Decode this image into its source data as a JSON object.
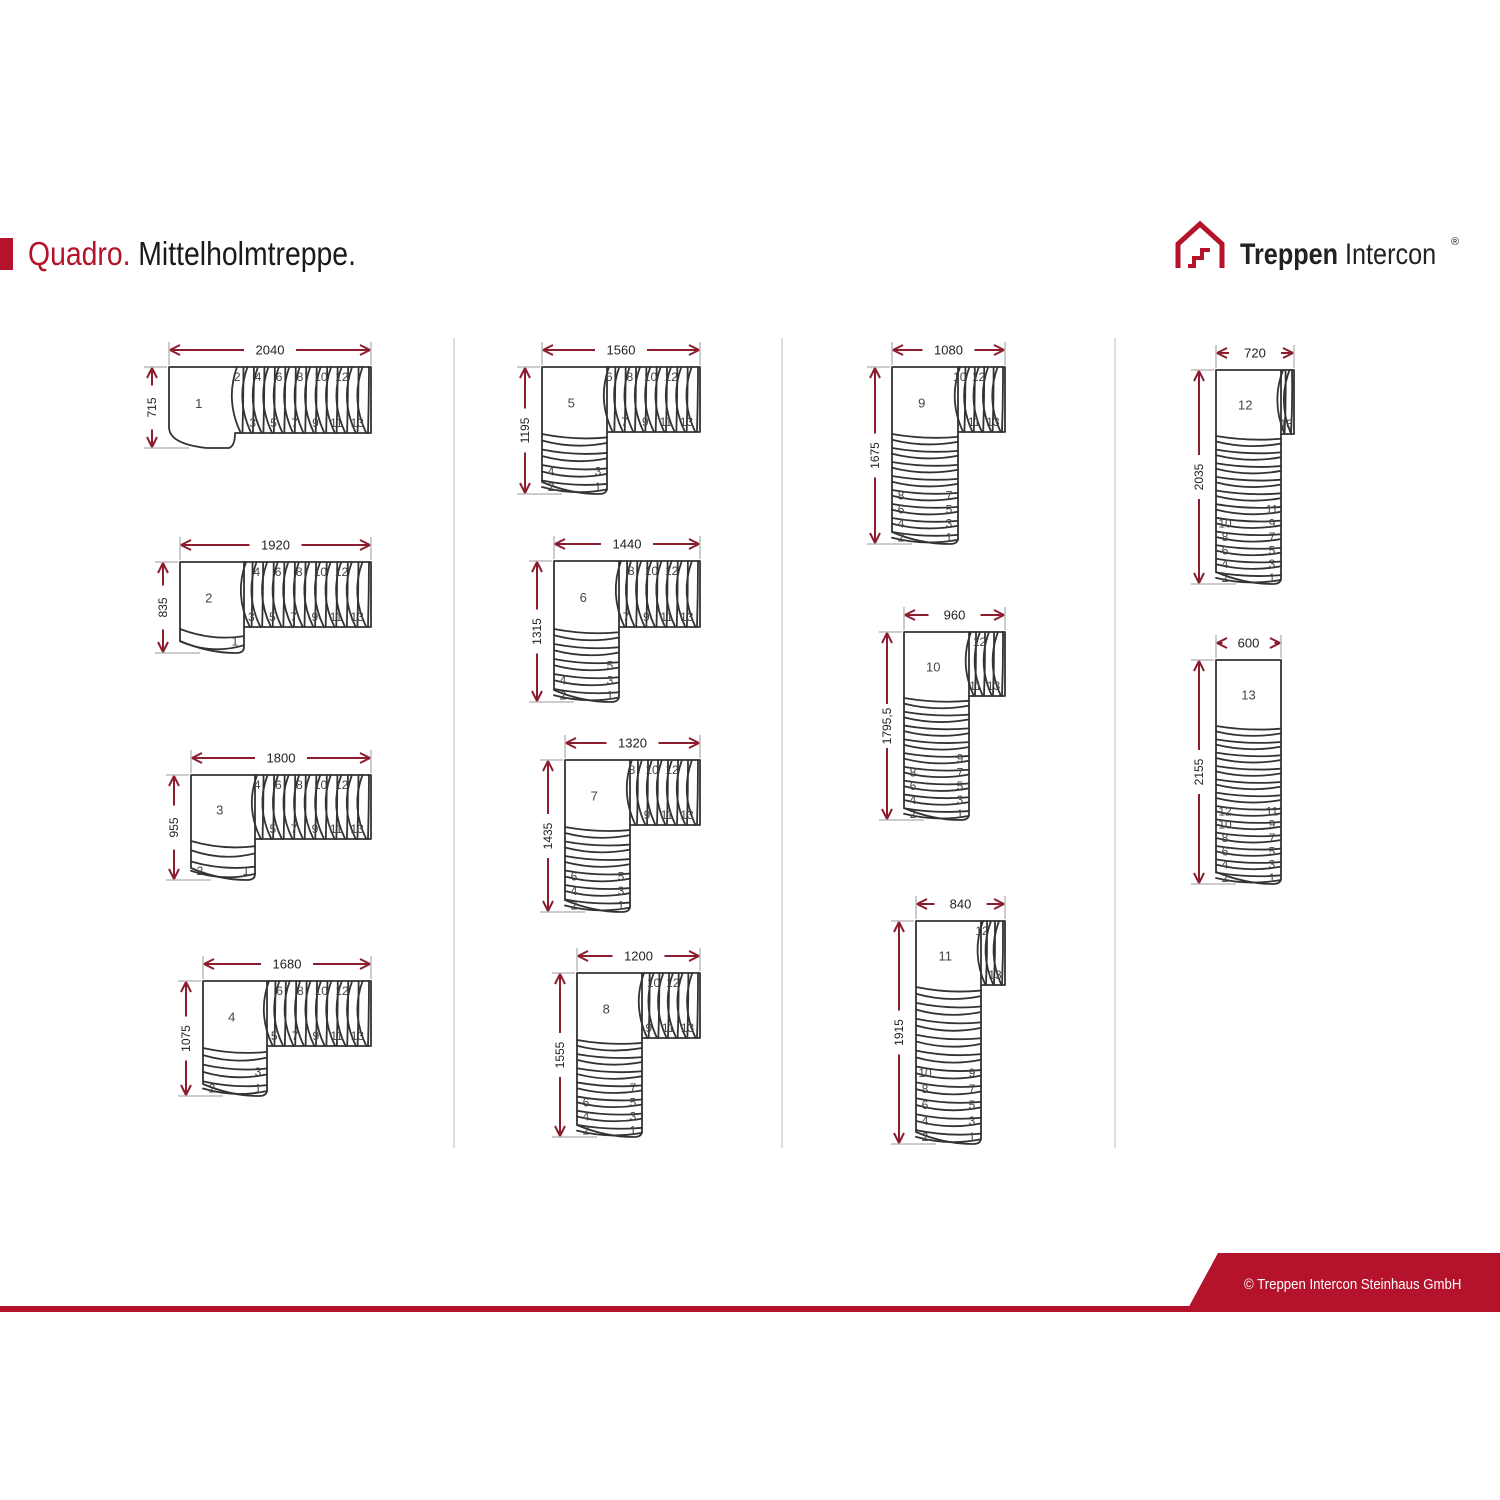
{
  "header": {
    "title_accent": "Quadro.",
    "title_main": "Mittelholmtreppe."
  },
  "logo": {
    "word1": "Treppen",
    "word2": "Intercon",
    "registered": "®"
  },
  "footer": {
    "copyright": "© Treppen Intercon Steinhaus GmbH"
  },
  "colors": {
    "brand_red": "#b5122b",
    "dimension_red": "#8c1d2e",
    "outline": "#333333",
    "step_number": "#444444",
    "divider": "#bbbbbb"
  },
  "stair_variants": [
    {
      "id": "v1",
      "width": "2040",
      "depth": "715",
      "landing": "1"
    },
    {
      "id": "v2",
      "width": "1920",
      "depth": "835",
      "landing": "2"
    },
    {
      "id": "v3",
      "width": "1800",
      "depth": "955",
      "landing": "3"
    },
    {
      "id": "v4",
      "width": "1680",
      "depth": "1075",
      "landing": "4"
    },
    {
      "id": "v5",
      "width": "1560",
      "depth": "1195",
      "landing": "5"
    },
    {
      "id": "v6",
      "width": "1440",
      "depth": "1315",
      "landing": "6"
    },
    {
      "id": "v7",
      "width": "1320",
      "depth": "1435",
      "landing": "7"
    },
    {
      "id": "v8",
      "width": "1200",
      "depth": "1555",
      "landing": "8"
    },
    {
      "id": "v9",
      "width": "1080",
      "depth": "1675",
      "landing": "9"
    },
    {
      "id": "v10",
      "width": "960",
      "depth": "1795,5",
      "landing": "10"
    },
    {
      "id": "v11",
      "width": "840",
      "depth": "1915",
      "landing": "11"
    },
    {
      "id": "v12",
      "width": "720",
      "depth": "2035",
      "landing": "12"
    },
    {
      "id": "v13",
      "width": "600",
      "depth": "2155",
      "landing": "13"
    }
  ]
}
